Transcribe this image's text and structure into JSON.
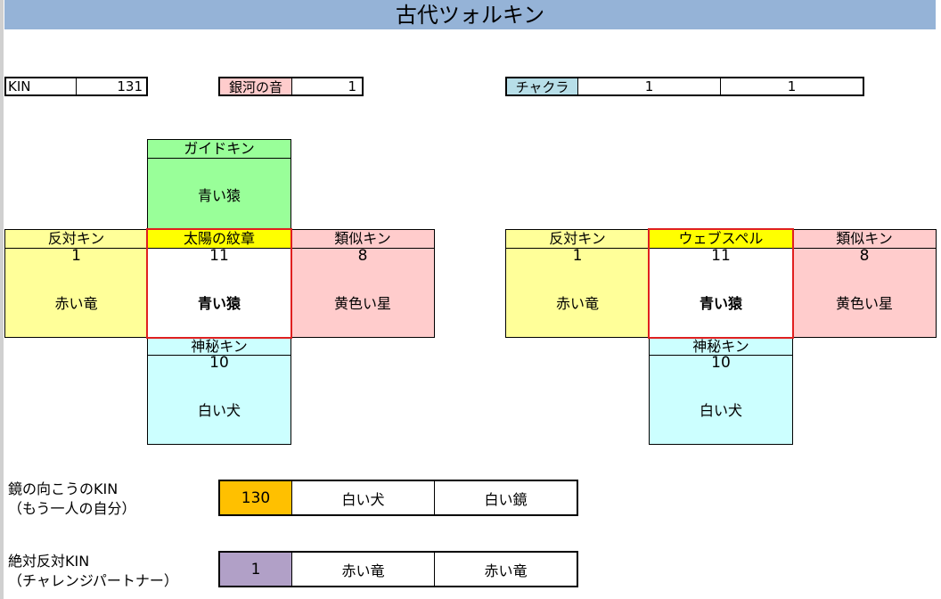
{
  "title": "古代ツォルキン",
  "header": {
    "kin_label": "KIN",
    "kin_value": "131",
    "tone_label": "銀河の音",
    "tone_value": "1",
    "chakra_label": "チャクラ",
    "chakra_value1": "1",
    "chakra_value2": "1"
  },
  "left_cross": {
    "guide": {
      "label": "ガイドキン",
      "name": "青い猿"
    },
    "antipode": {
      "label": "反対キン",
      "num": "1",
      "name": "赤い竜"
    },
    "center": {
      "label": "太陽の紋章",
      "num": "11",
      "name": "青い猿"
    },
    "analog": {
      "label": "類似キン",
      "num": "8",
      "name": "黄色い星"
    },
    "occult": {
      "label": "神秘キン",
      "num": "10",
      "name": "白い犬"
    }
  },
  "right_cross": {
    "antipode": {
      "label": "反対キン",
      "num": "1",
      "name": "赤い竜"
    },
    "center": {
      "label": "ウェブスペル",
      "num": "11",
      "name": "青い猿"
    },
    "analog": {
      "label": "類似キン",
      "num": "8",
      "name": "黄色い星"
    },
    "occult": {
      "label": "神秘キン",
      "num": "10",
      "name": "白い犬"
    }
  },
  "mirror": {
    "label1": "鏡の向こうのKIN",
    "label2": "（もう一人の自分）",
    "num": "130",
    "seal": "白い犬",
    "wavespell": "白い鏡"
  },
  "challenge": {
    "label1": "絶対反対KIN",
    "label2": "（チャレンジパートナー）",
    "num": "1",
    "seal": "赤い竜",
    "wavespell": "赤い竜"
  },
  "colors": {
    "title": "#95b3d7",
    "guide": "#99ff99",
    "yellow": "#ffff99",
    "pink": "#ffcccc",
    "cyan": "#ccffff",
    "center_label": "#ffff00",
    "orange": "#ffc000",
    "purple": "#b1a0c7",
    "highlight": "#e02020"
  }
}
